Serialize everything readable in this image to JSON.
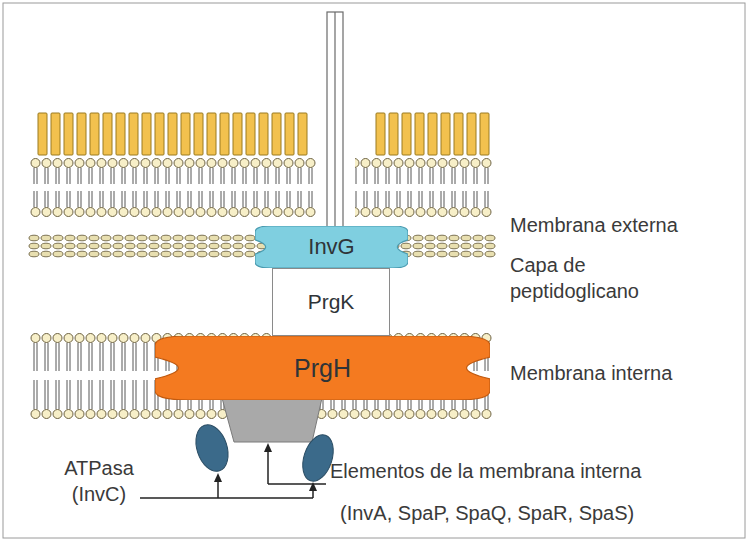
{
  "diagram": {
    "nodes": [
      {
        "text": [
          "InvG"
        ]
      },
      {
        "text": [
          "PrgK"
        ]
      },
      {
        "text": [
          "PrgH"
        ]
      }
    ],
    "labels": [
      "Membrana externa",
      "Capa de peptidoglicano",
      "Membrana interna",
      "ATPasa (InvC)",
      "Elementos de la membrana interna",
      "(InvA, SpaP, SpaQ, SpaR, SpaS)"
    ]
  }
}
